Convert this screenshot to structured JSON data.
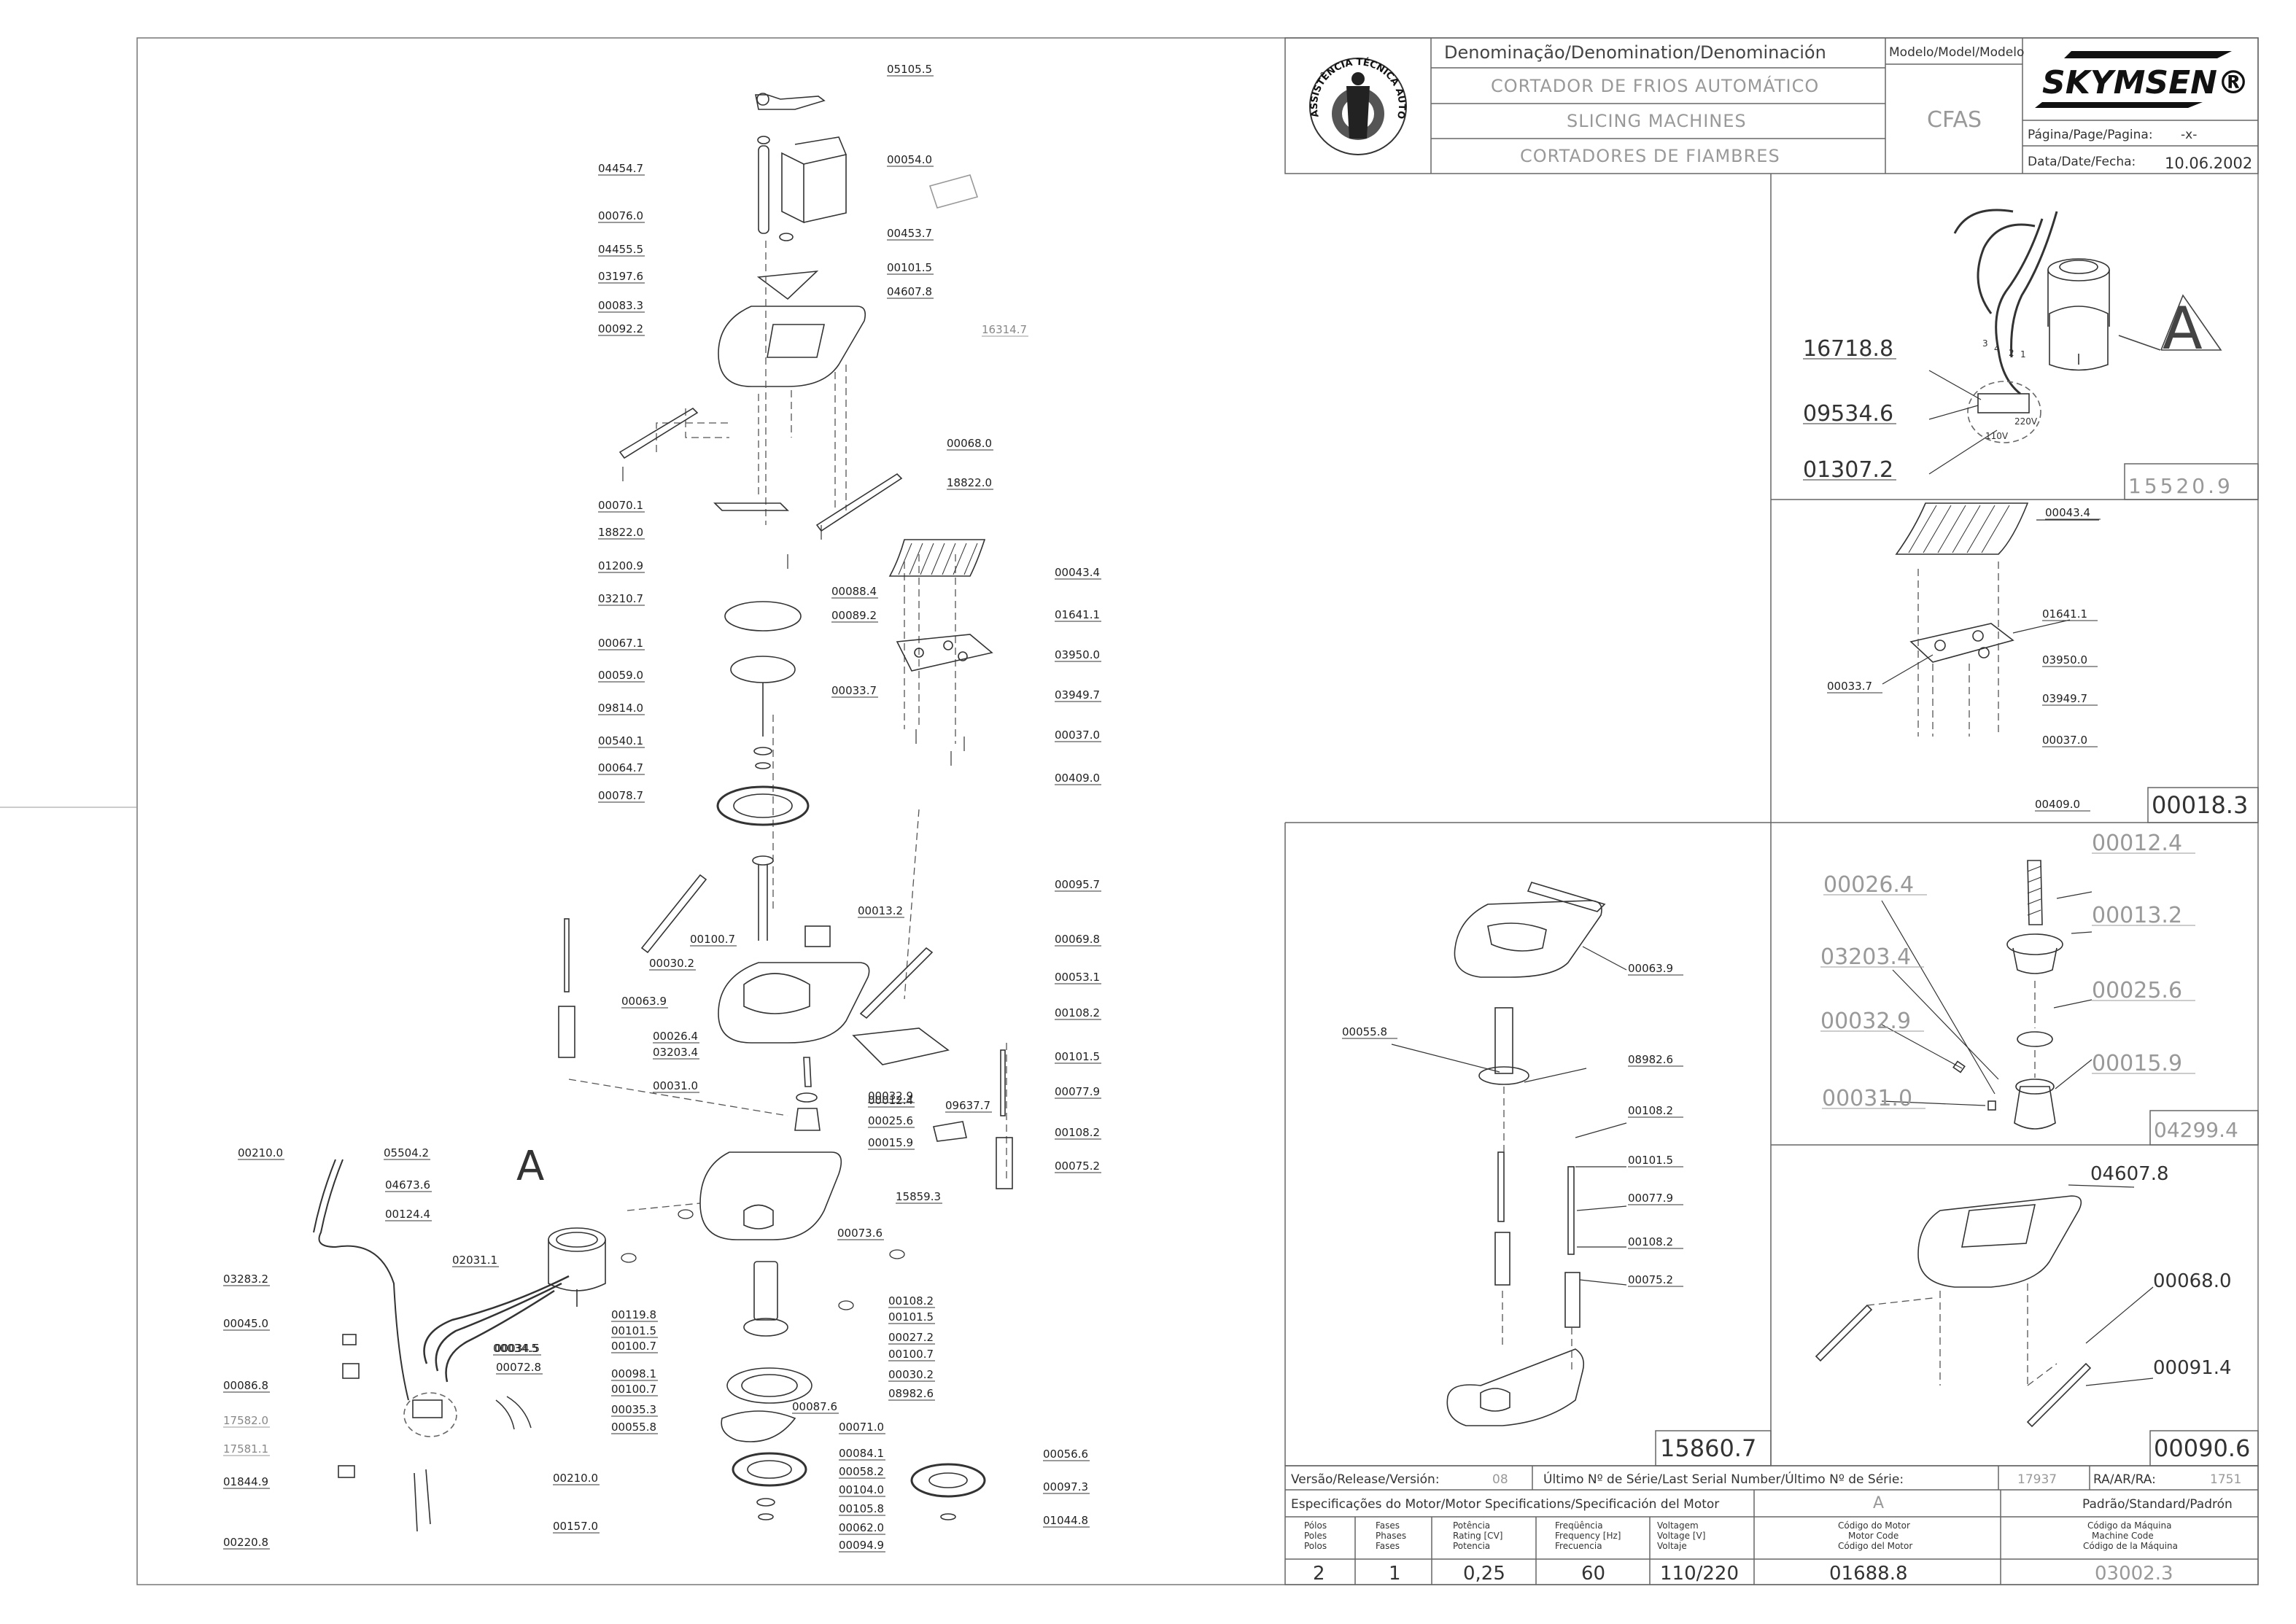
{
  "header": {
    "denomination": "Denominação/Denomination/Denominación",
    "model_label": "Modelo/Model/Modelo",
    "name_pt": "CORTADOR DE FRIOS AUTOMÁTICO",
    "name_en": "SLICING MACHINES",
    "name_es": "CORTADORES DE FIAMBRES",
    "model": "CFAS",
    "brand": "SKYMSEN®",
    "page_label": "Página/Page/Pagina:",
    "page_value": "-x-",
    "date_label": "Data/Date/Fecha:",
    "date_value": "10.06.2002",
    "seal_text": "ASSISTÊNCIA TÉCNICA AUTORIZADA"
  },
  "main_labels": {
    "left": [
      "05105.5",
      "04454.7",
      "00054.0",
      "00076.0",
      "00453.7",
      "04455.5",
      "00101.5",
      "03197.6",
      "04607.8",
      "00083.3",
      "00092.2",
      "16314.7",
      "00068.0",
      "18822.0",
      "00070.1",
      "18822.0",
      "01200.9",
      "00088.4",
      "03210.7",
      "00089.2",
      "00043.4",
      "00067.1",
      "01641.1",
      "00059.0",
      "03950.0",
      "00033.7",
      "03949.7",
      "09814.0",
      "00037.0",
      "00540.1",
      "00409.0",
      "00064.7",
      "00078.7",
      "00095.7",
      "00013.2",
      "00100.7",
      "00069.8",
      "00030.2",
      "00053.1",
      "00063.9",
      "00108.2",
      "00026.4",
      "00101.5",
      "03203.4",
      "00032.9",
      "00077.9",
      "00031.0",
      "00012.4",
      "00025.6",
      "09637.7",
      "00015.9",
      "00108.2",
      "00075.2",
      "15859.3",
      "00073.6",
      "00119.8",
      "00108.2",
      "00101.5",
      "00101.5",
      "00100.7",
      "00027.2",
      "00100.7",
      "00098.1",
      "00030.2",
      "00100.7",
      "00035.3",
      "08982.6",
      "00055.8",
      "00087.6",
      "00034.5",
      "00071.0",
      "00084.1",
      "00058.2",
      "00056.6",
      "00104.0",
      "00097.3",
      "00105.8",
      "01044.8",
      "00062.0",
      "00094.9"
    ],
    "motor": [
      "00210.0",
      "05504.2",
      "04673.6",
      "00124.4",
      "02031.1",
      "03283.2",
      "00045.0",
      "00034.5",
      "00072.8",
      "00086.8",
      "17582.0",
      "17581.1",
      "01844.9",
      "00210.0",
      "00220.8",
      "00157.0"
    ],
    "a_marker": "A"
  },
  "panels": {
    "p1": {
      "labels": [
        "16718.8",
        "09534.6",
        "01307.2"
      ],
      "marker": "A",
      "code": "15520.9",
      "wire_nums": [
        "3",
        "4",
        "2",
        "1"
      ],
      "volt_110": "110V",
      "volt_220": "220V"
    },
    "p2": {
      "labels": [
        "00043.4",
        "01641.1",
        "03950.0",
        "00033.7",
        "03949.7",
        "00037.0",
        "00409.0"
      ],
      "code": "00018.3"
    },
    "p3": {
      "labels": [
        "00063.9",
        "00055.8",
        "08982.6",
        "00108.2",
        "00101.5",
        "00077.9",
        "00108.2",
        "00075.2"
      ],
      "code": "15860.7"
    },
    "p4": {
      "labels": [
        "00012.4",
        "00026.4",
        "00013.2",
        "03203.4",
        "00025.6",
        "00032.9",
        "00015.9",
        "00031.0"
      ],
      "code": "04299.4"
    },
    "p5": {
      "labels": [
        "04607.8",
        "00068.0",
        "00091.4"
      ],
      "code": "00090.6"
    }
  },
  "footer": {
    "version_label": "Versão/Release/Versión:",
    "version_value": "08",
    "serial_label": "Último Nº de Série/Last Serial Number/Último Nº de Série:",
    "serial_value": "17937",
    "ra_label": "RA/AR/RA:",
    "ra_value": "1751",
    "spec_label": "Especificações do Motor/Motor Specifications/Specificación del Motor",
    "a_col": "A",
    "std_label": "Padrão/Standard/Padrón",
    "cols": [
      {
        "l1": "Pólos",
        "l2": "Poles",
        "l3": "Polos",
        "value": "2"
      },
      {
        "l1": "Fases",
        "l2": "Phases",
        "l3": "Fases",
        "value": "1"
      },
      {
        "l1": "Potência",
        "l2": "Rating [CV]",
        "l3": "Potencia",
        "value": "0,25"
      },
      {
        "l1": "Freqüência",
        "l2": "Frequency [Hz]",
        "l3": "Frecuencia",
        "value": "60"
      },
      {
        "l1": "Voltagem",
        "l2": "Voltage [V]",
        "l3": "Voltaje",
        "value": "110/220"
      },
      {
        "l1": "Código do Motor",
        "l2": "Motor Code",
        "l3": "Código del Motor",
        "value": "01688.8"
      },
      {
        "l1": "Código da Máquina",
        "l2": "Machine Code",
        "l3": "Código de la Máquina",
        "value": "03002.3"
      }
    ]
  }
}
